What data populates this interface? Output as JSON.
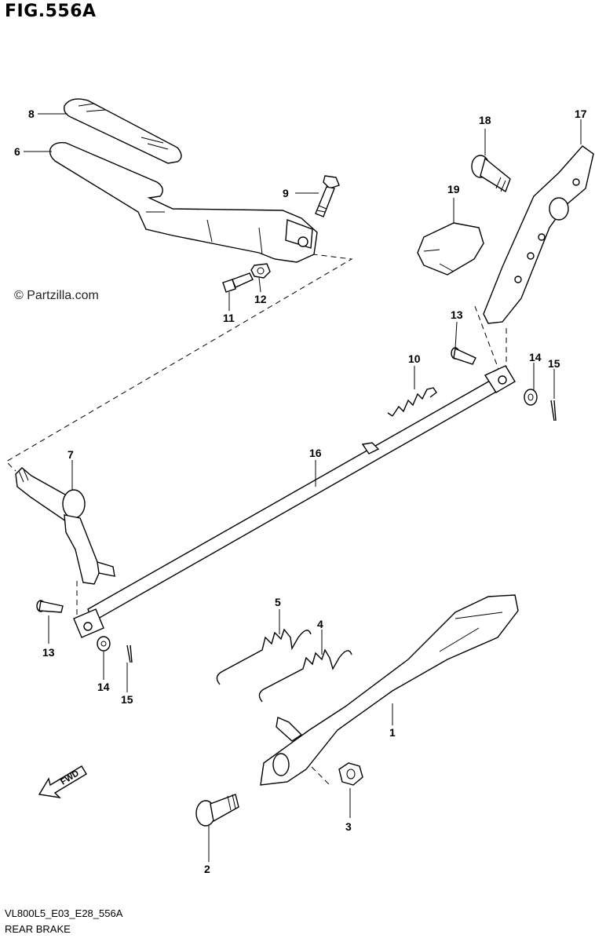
{
  "figure": {
    "title": "FIG.556A",
    "code": "VL800L5_E03_E28_556A",
    "caption": "REAR BRAKE",
    "copyright": "© Partzilla.com",
    "fwd_label": "FWD"
  },
  "callouts": [
    {
      "id": "c8",
      "label": "8"
    },
    {
      "id": "c6",
      "label": "6"
    },
    {
      "id": "c9",
      "label": "9"
    },
    {
      "id": "c11",
      "label": "11"
    },
    {
      "id": "c12",
      "label": "12"
    },
    {
      "id": "c18",
      "label": "18"
    },
    {
      "id": "c17",
      "label": "17"
    },
    {
      "id": "c19",
      "label": "19"
    },
    {
      "id": "c13a",
      "label": "13"
    },
    {
      "id": "c10",
      "label": "10"
    },
    {
      "id": "c14a",
      "label": "14"
    },
    {
      "id": "c15a",
      "label": "15"
    },
    {
      "id": "c16",
      "label": "16"
    },
    {
      "id": "c7",
      "label": "7"
    },
    {
      "id": "c13b",
      "label": "13"
    },
    {
      "id": "c14b",
      "label": "14"
    },
    {
      "id": "c15b",
      "label": "15"
    },
    {
      "id": "c5",
      "label": "5"
    },
    {
      "id": "c4",
      "label": "4"
    },
    {
      "id": "c1",
      "label": "1"
    },
    {
      "id": "c3",
      "label": "3"
    },
    {
      "id": "c2",
      "label": "2"
    }
  ]
}
